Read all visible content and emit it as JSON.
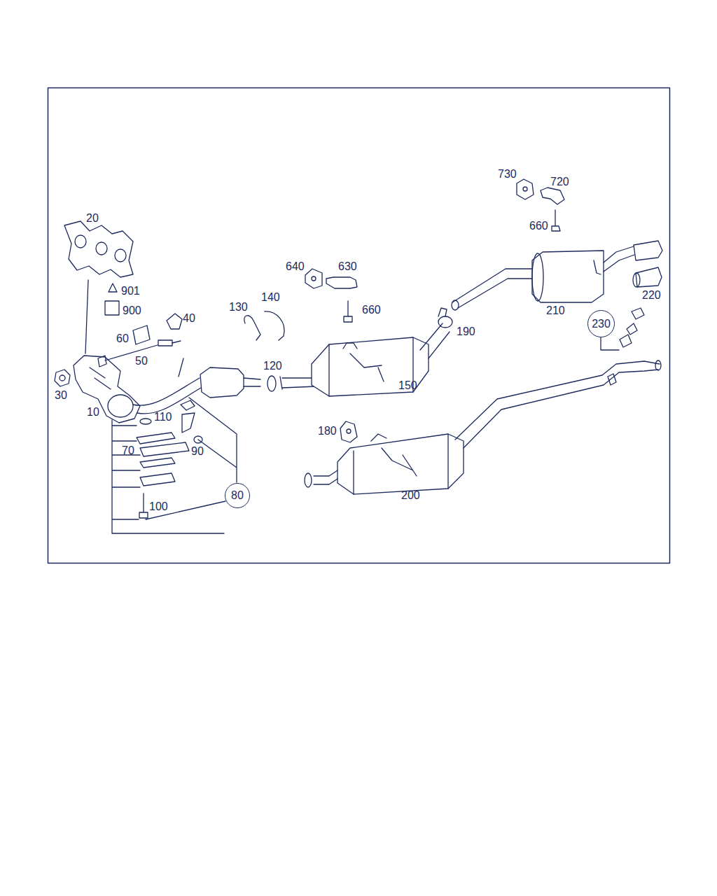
{
  "diagram": {
    "nodes": [
      {
        "text": [
          "230"
        ]
      },
      {
        "text": [
          "80"
        ]
      }
    ],
    "labels": [
      "730",
      "720",
      "660",
      "20",
      "640",
      "630",
      "901",
      "130",
      "140",
      "900",
      "40",
      "660",
      "220",
      "210",
      "190",
      "60",
      "50",
      "30",
      "120",
      "150",
      "10",
      "110",
      "70",
      "90",
      "180",
      "100",
      "200"
    ]
  }
}
